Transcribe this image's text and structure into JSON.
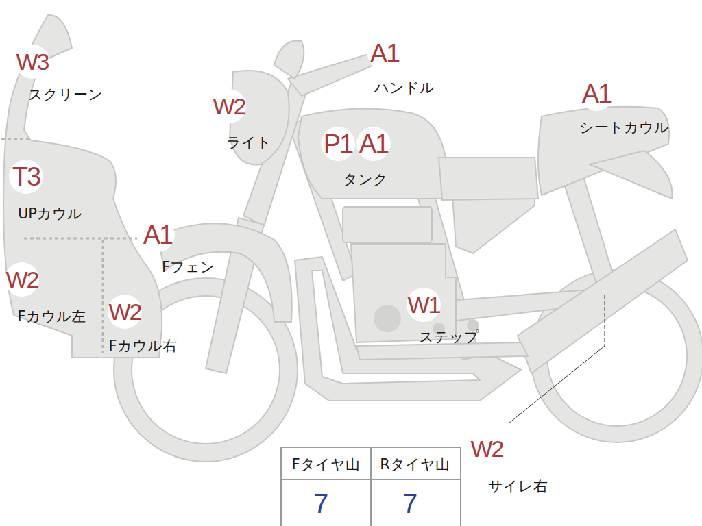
{
  "diagram": {
    "nodes": [
      {
        "text": [
          "W3",
          "スクリーン"
        ]
      },
      {
        "text": [
          "A1",
          "ハンドル"
        ]
      },
      {
        "text": [
          "W2",
          "ライト"
        ]
      },
      {
        "text": [
          "A1",
          "シートカウル"
        ]
      },
      {
        "text": [
          "P1"
        ]
      },
      {
        "text": [
          "A1",
          "タンク"
        ]
      },
      {
        "text": [
          "T3",
          "UPカウル"
        ]
      },
      {
        "text": [
          "A1",
          "Fフェン"
        ]
      },
      {
        "text": [
          "W2",
          "Fカウル左"
        ]
      },
      {
        "text": [
          "W1",
          "ステップ"
        ]
      },
      {
        "text": [
          "W2",
          "Fカウル右"
        ]
      },
      {
        "text": [
          "W2",
          "サイレ右"
        ]
      }
    ],
    "labels": [
      "Fタイヤ山",
      "Rタイヤ山",
      "7",
      "7"
    ]
  }
}
